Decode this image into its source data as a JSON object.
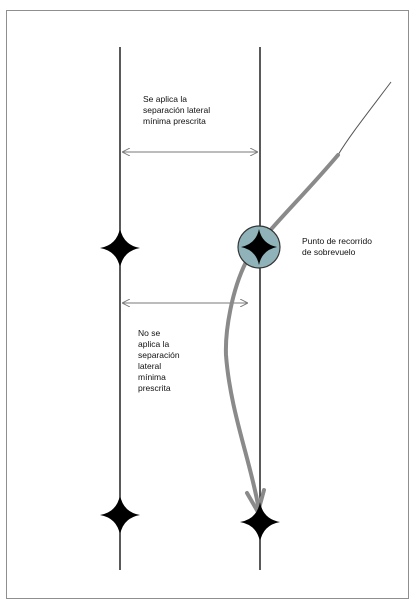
{
  "labels": {
    "lateral_applies": "Se aplica la\nseparación lateral\nmínima prescrita",
    "lateral_not_applies": "No se\naplica la\nseparación\nlateral\nmínima\nprescrita",
    "flyover_point": "Punto de recorrido\nde sobrevuelo"
  },
  "colors": {
    "lines": "#000000",
    "track": "#8a8a8a",
    "flyover_circle_fill": "#8fb3b8",
    "arrows": "#7a7a7a"
  },
  "icons": {
    "waypoint": "four-point-star",
    "flyover": "circled-four-point-star"
  }
}
